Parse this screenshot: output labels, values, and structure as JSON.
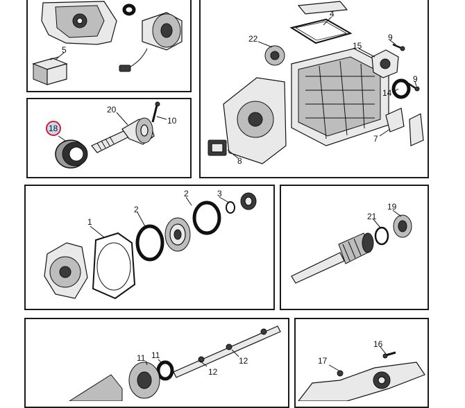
{
  "callouts": {
    "c4": "4",
    "c5": "5",
    "c22": "22",
    "c9a": "9",
    "c15": "15",
    "c14": "14",
    "c9b": "9",
    "c20": "20",
    "c18": "18",
    "c10": "10",
    "c7": "7",
    "c8": "8",
    "c2a": "2",
    "c3": "3",
    "c2b": "2",
    "c1": "1",
    "c21": "21",
    "c19": "19",
    "c11a": "11",
    "c11b": "11",
    "c12a": "12",
    "c12b": "12",
    "c17": "17",
    "c16": "16"
  },
  "highlight_color": "#d0202a"
}
